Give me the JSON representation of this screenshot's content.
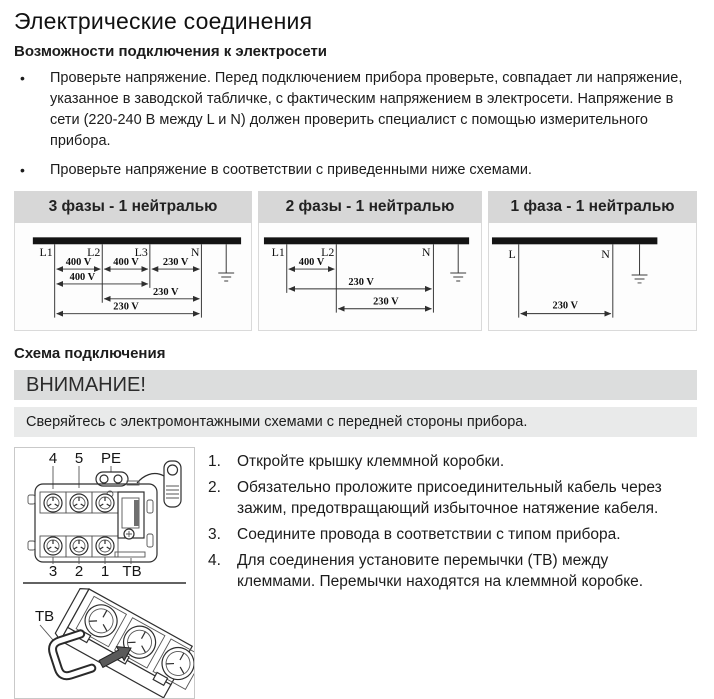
{
  "header": {
    "title": "Электрические соединения",
    "subtitle": "Возможности подключения к электросети"
  },
  "bullets": [
    "Проверьте напряжение. Перед подключением прибора проверьте, совпадает ли напряжение, указанное в заводской табличке, с фактическим напряжением в электросети. Напряжение в сети (220-240 В между L и N) должен проверить специалист с помощью измерительного прибора.",
    "Проверьте напряжение в соответствии с приведенными ниже схемами."
  ],
  "bullet_glyph": "•",
  "panels": [
    {
      "title": "3 фазы - 1 нейтралью",
      "lines": [
        "L1",
        "L2",
        "L3",
        "N"
      ],
      "measurements": [
        {
          "from": "L1",
          "to": "L2",
          "value": "400 V"
        },
        {
          "from": "L2",
          "to": "L3",
          "value": "400 V"
        },
        {
          "from": "L3",
          "to": "N",
          "value": "230 V"
        },
        {
          "from": "L1",
          "to": "L3",
          "value": "400 V"
        },
        {
          "from": "L2",
          "to": "N",
          "value": "230 V"
        },
        {
          "from": "L1",
          "to": "N",
          "value": "230 V"
        }
      ]
    },
    {
      "title": "2 фазы - 1 нейтралью",
      "lines": [
        "L1",
        "L2",
        "N"
      ],
      "measurements": [
        {
          "from": "L1",
          "to": "L2",
          "value": "400 V"
        },
        {
          "from": "L1",
          "to": "N",
          "value": "230 V"
        },
        {
          "from": "L2",
          "to": "N",
          "value": "230 V"
        }
      ]
    },
    {
      "title": "1 фаза - 1 нейтралью",
      "lines": [
        "L",
        "N"
      ],
      "measurements": [
        {
          "from": "L",
          "to": "N",
          "value": "230 V"
        }
      ]
    }
  ],
  "connection": {
    "heading": "Схема подключения",
    "attention": "ВНИМАНИЕ!",
    "note": "Сверяйтесь с электромонтажными схемами с передней стороны прибора."
  },
  "steps": [
    {
      "num": "1.",
      "text": "Откройте крышку клеммной коробки."
    },
    {
      "num": "2.",
      "text": "Обязательно проложите присоединительный кабель через зажим, предотвращающий избыточное натяжение кабеля."
    },
    {
      "num": "3.",
      "text": "Соедините провода в соответствии с типом прибора."
    },
    {
      "num": "4.",
      "text": "Для соединения установите перемычки (ТВ) между клеммами. Перемычки находятся на клеммной коробке."
    }
  ],
  "figure": {
    "terminal_labels_top": [
      "4",
      "5",
      "PE"
    ],
    "terminal_labels_bottom": [
      "3",
      "2",
      "1",
      "ТВ"
    ],
    "jumper_label": "ТВ"
  },
  "colors": {
    "panel_header_bg": "#d7d7d7",
    "attention_bg": "#dcdddd",
    "note_bg": "#e9eaea",
    "busbar": "#141414"
  }
}
